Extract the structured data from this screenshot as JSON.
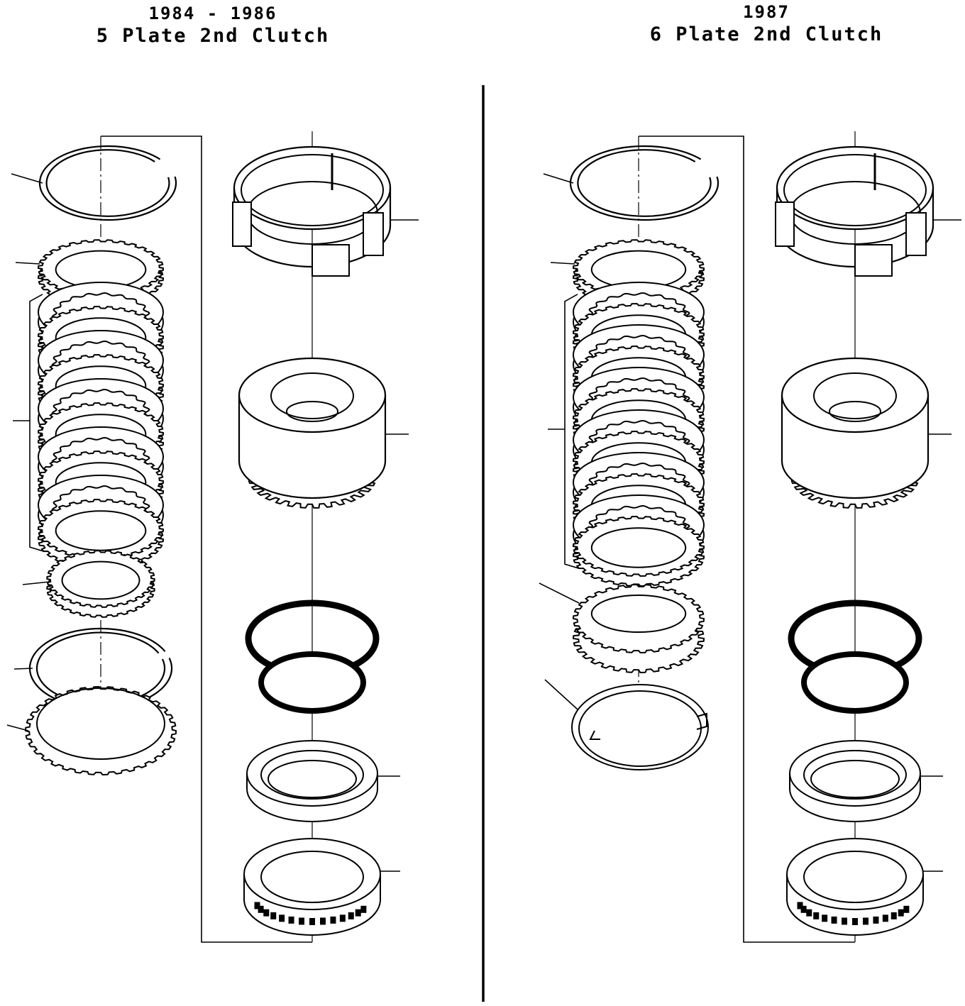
{
  "left_panel": {
    "year_range": "1984 - 1986",
    "title": "5 Plate 2nd Clutch",
    "friction_plates": 5
  },
  "right_panel": {
    "year": "1987",
    "title": "6 Plate 2nd Clutch",
    "friction_plates": 6
  },
  "colors": {
    "ink": "#000000",
    "paper": "#ffffff"
  }
}
